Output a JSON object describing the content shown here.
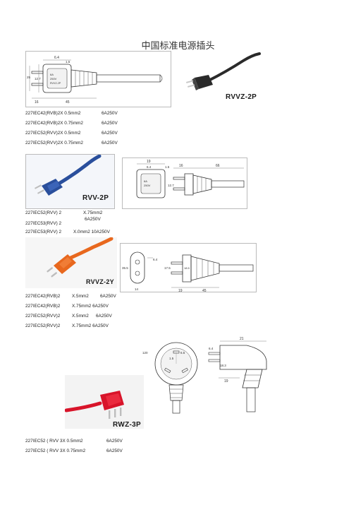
{
  "title": "中国标准电源插头",
  "section1": {
    "photo_label": "RVVZ-2P",
    "drawing": {
      "dims": [
        "6.4",
        "1.5",
        "25",
        "12.7",
        "16",
        "45"
      ],
      "face_text": [
        "6A",
        "250V",
        "RVVZ-2P"
      ]
    },
    "specs": [
      {
        "code": "227IEC42(RVB)2X 0.5mm2",
        "rating": "6A250V"
      },
      {
        "code": "227IEC42(RVB)2X 0.75mm2",
        "rating": "6A250V"
      },
      {
        "code": "227IEC52(RVV)2X 0.5mm2",
        "rating": "6A250V"
      },
      {
        "code": "227IEC52(RVV)2X 0.75mm2",
        "rating": "6A250V"
      }
    ]
  },
  "section2": {
    "photo_label": "RVV-2P",
    "drawing": {
      "dims": [
        "19",
        "6.4",
        "1.5",
        "16",
        "66",
        "12.7"
      ],
      "face_text": [
        "6A",
        "250V"
      ]
    },
    "specs": [
      {
        "code": "227IEC52(RVV) 2",
        "size": "X.75mm2",
        "rating": ""
      },
      {
        "code": "",
        "size": "6A250V",
        "rating": ""
      },
      {
        "code": "227IEC53(RVV) 2",
        "size": "",
        "rating": ""
      },
      {
        "code": "227IEC53(RVV) 2",
        "size": "X.0mm2 10A250V",
        "rating": ""
      }
    ]
  },
  "section3": {
    "photo_label": "RVVZ-2Y",
    "drawing": {
      "dims": [
        "35.5",
        "6.4",
        "14",
        "17.5",
        "18.5",
        "19",
        "45"
      ]
    },
    "specs": [
      {
        "code": "227IEC42(RVB)2",
        "size": "X.5mm2",
        "rating": "6A250V"
      },
      {
        "code": "227IEC42(RVB)2",
        "size": "X.75mm2 6A250V",
        "rating": ""
      },
      {
        "code": "227IEC52(RVV)2",
        "size": "X.5mm2",
        "rating": "6A250V"
      },
      {
        "code": "227IEC52(RVV)2",
        "size": "X.75mm2 6A250V",
        "rating": ""
      }
    ]
  },
  "section4": {
    "photo_label": "RWZ-3P",
    "drawing": {
      "dims": [
        "21",
        "120",
        "6.5",
        "1.5",
        "6.4",
        "18.3",
        "19"
      ]
    },
    "specs": [
      {
        "code": "227IEC52 ( RVV 3X 0.5mm2",
        "rating": "6A250V"
      },
      {
        "code": "227IEC52 ( RVV 3X 0.75mm2",
        "rating": "6A250V"
      }
    ]
  },
  "colors": {
    "blue_plug": "#2a4f9c",
    "orange_plug": "#e8681e",
    "red_plug": "#d8142a",
    "black_plug": "#2a2a2a"
  }
}
